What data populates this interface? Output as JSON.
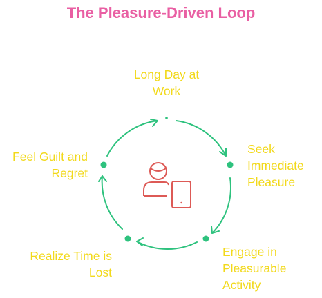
{
  "title": "The Pleasure-Driven Loop",
  "colors": {
    "title": "#e95fa3",
    "text": "#f2d91b",
    "cycle": "#2ec27e",
    "icon": "#dd5a56"
  },
  "steps": [
    {
      "line1": "Long Day at",
      "line2": "Work"
    },
    {
      "line1": "Seek",
      "line2": "Immediate",
      "line3": "Pleasure"
    },
    {
      "line1": "Engage in",
      "line2": "Pleasurable",
      "line3": "Activity"
    },
    {
      "line1": "Realize Time is",
      "line2": "Lost"
    },
    {
      "line1": "Feel Guilt and",
      "line2": "Regret"
    }
  ],
  "center_icon": "person-with-phone-icon"
}
